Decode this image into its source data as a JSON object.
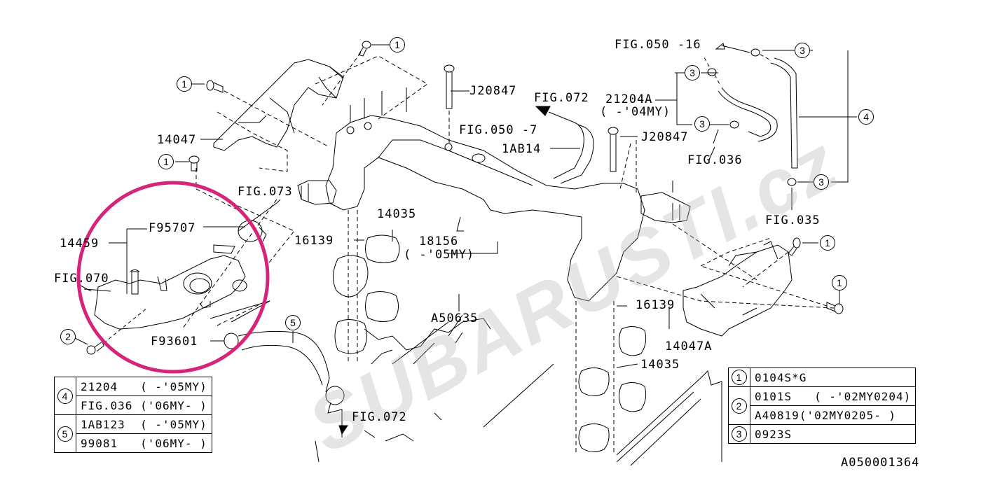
{
  "diagram": {
    "reference_code": "A050001364",
    "watermark_text": "SUBARUSTI.cz",
    "highlight_color": "#d6247a",
    "callouts": {
      "c1": "1",
      "c2": "2",
      "c3": "3",
      "c4": "4",
      "c5": "5"
    },
    "part_labels": {
      "j20847_a": "J20847",
      "j20847_b": "J20847",
      "fig072_top": "FIG.072",
      "fig050_7": "FIG.050 -7",
      "ab14": "1AB14",
      "fig050_16": "FIG.050 -16",
      "p21204a": "21204A",
      "p21204a_note": "( -'04MY)",
      "fig036": "FIG.036",
      "fig035": "FIG.035",
      "p14047": "14047",
      "fig073": "FIG.073",
      "f95707": "F95707",
      "p14459": "14459",
      "fig070": "FIG.070",
      "f93601": "F93601",
      "p16139_a": "16139",
      "p14035_a": "14035",
      "p18156": "18156",
      "p18156_note": "( -'05MY)",
      "a50635": "A50635",
      "fig072_bottom": "FIG.072",
      "p16139_b": "16139",
      "p14047a": "14047A",
      "p14035_b": "14035"
    },
    "legend_left": [
      {
        "num": "4",
        "rows": [
          "21204   ( -'05MY)",
          "FIG.036 ('06MY- )"
        ]
      },
      {
        "num": "5",
        "rows": [
          "1AB123  ( -'05MY)",
          "99081   ('06MY- )"
        ]
      }
    ],
    "legend_right": [
      {
        "num": "1",
        "rows": [
          "0104S*G"
        ]
      },
      {
        "num": "2",
        "rows": [
          "0101S   ( -'02MY0204)",
          "A40819('02MY0205- )"
        ]
      },
      {
        "num": "3",
        "rows": [
          "0923S"
        ]
      }
    ]
  }
}
